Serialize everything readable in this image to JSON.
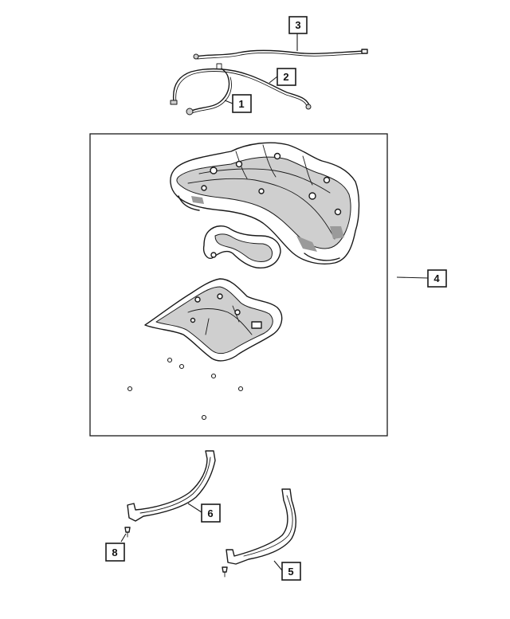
{
  "callouts": [
    {
      "id": "1",
      "label": "1"
    },
    {
      "id": "2",
      "label": "2"
    },
    {
      "id": "3",
      "label": "3"
    },
    {
      "id": "4",
      "label": "4"
    },
    {
      "id": "5",
      "label": "5"
    },
    {
      "id": "6",
      "label": "6"
    },
    {
      "id": "8",
      "label": "8"
    }
  ],
  "colors": {
    "line": "#1a1a1a",
    "shade": "#cfcfcf",
    "background": "#ffffff"
  }
}
